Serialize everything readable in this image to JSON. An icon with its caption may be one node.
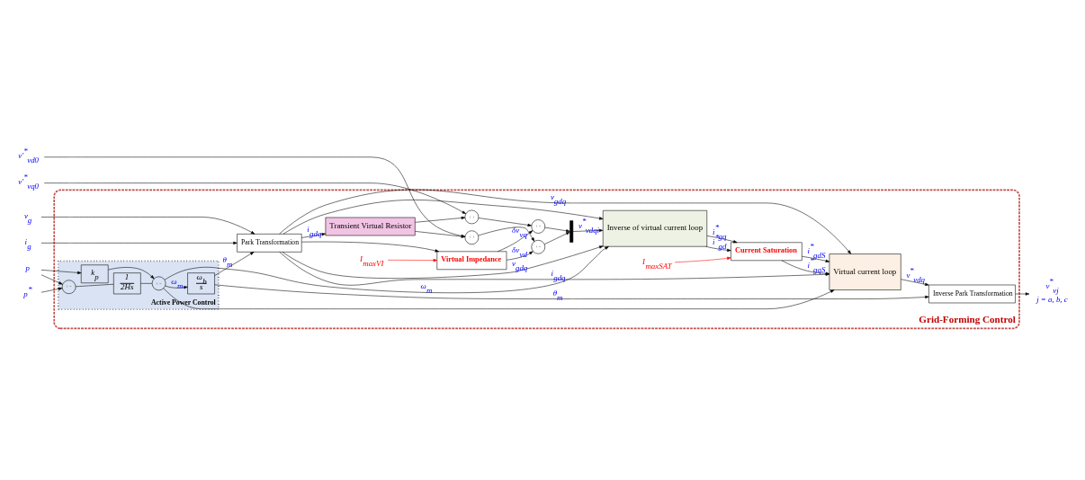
{
  "diagram": {
    "nodes": [
      {
        "text": [
          "Grid-Forming Control"
        ]
      },
      {
        "text": [
          "v$_{g}$"
        ]
      },
      {
        "text": [
          "i$_{g}$"
        ]
      },
      {
        "text": [
          "Park Transformation"
        ],
        "in": 0
      },
      {
        "text": [
          "v′$^{*}$$_{vd0}$"
        ]
      },
      {
        "text": [
          "v′$^{*}$$_{vq0}$"
        ]
      },
      {
        "text": [
          "+",
          "+"
        ],
        "in": 0
      },
      {
        "text": [
          "+",
          "+"
        ],
        "in": 0
      },
      {
        "text": [
          "Transient Virtual Resistor"
        ],
        "in": 0
      },
      {
        "text": [
          "+",
          "−"
        ],
        "in": 0
      },
      {
        "text": [
          "Virtual Impedance"
        ],
        "in": 0
      },
      {
        "text": [
          "+",
          "−"
        ],
        "in": 0
      },
      {
        "text": [],
        "shape": "bar",
        "in": 0
      },
      {
        "text": [
          "Inverse of virtual current loop"
        ],
        "in": 0
      },
      {
        "text": [
          "Current Saturation"
        ],
        "in": 0
      },
      {
        "text": [
          "Virtual current loop"
        ],
        "in": 0
      },
      {
        "text": [
          "Inverse Park Transformation"
        ],
        "in": 0
      },
      {
        "text": [
          "v$^{*}$$_{vj}$"
        ],
        "beside": [
          "j = a, b, c"
        ]
      },
      {
        "text": [
          "I$_{maxVI}$"
        ],
        "in": 0
      },
      {
        "text": [
          "I$_{maxSAT}$"
        ],
        "in": 0
      },
      {
        "text": [
          "Active Power Control"
        ],
        "in": 0
      },
      {
        "text": [
          "p$^{*}$"
        ]
      },
      {
        "text": [
          "p"
        ]
      },
      {
        "text": [
          "+",
          "−"
        ],
        "in": 20
      },
      {
        "text": [
          "1",
          "2Hs"
        ],
        "in": 20
      },
      {
        "text": [
          "k$_{p}$"
        ],
        "in": 20
      },
      {
        "text": [
          "+",
          "−"
        ],
        "in": 20
      },
      {
        "text": [
          "ω$_{b}$",
          "s"
        ],
        "in": 20
      }
    ],
    "edges": [
      {
        "from": 1,
        "to": 3,
        "arrow": "to"
      },
      {
        "from": 2,
        "to": 3,
        "arrow": "to"
      },
      {
        "from": 27,
        "to": 3,
        "arrow": "to",
        "label": "θ$_{m}$"
      },
      {
        "from": 4,
        "to": 6,
        "arrow": "to"
      },
      {
        "from": 8,
        "to": 6,
        "arrow": "to"
      },
      {
        "from": 5,
        "to": 7,
        "arrow": "to"
      },
      {
        "from": 8,
        "to": 7,
        "arrow": "to"
      },
      {
        "from": 3,
        "to": 8,
        "arrow": "to",
        "label": "i$_{gdq}$"
      },
      {
        "from": 3,
        "to": 10,
        "arrow": "to"
      },
      {
        "from": 3,
        "to": 13,
        "arrow": "to"
      },
      {
        "from": 3,
        "to": 13,
        "arrow": "to",
        "label": "v$_{gdq}$"
      },
      {
        "from": 3,
        "to": 15,
        "arrow": "to",
        "label": "v$_{gdq}$"
      },
      {
        "from": 3,
        "to": 15,
        "arrow": "to",
        "label": "i$_{gdq}$"
      },
      {
        "from": 6,
        "to": 9,
        "arrow": "to"
      },
      {
        "from": 7,
        "to": 11,
        "arrow": "to"
      },
      {
        "from": 10,
        "to": 9,
        "arrow": "to",
        "label": "δv$_{vd}$"
      },
      {
        "from": 10,
        "to": 11,
        "arrow": "to",
        "label": "δv$_{vq}$"
      },
      {
        "from": 9,
        "to": 12,
        "arrow": "to"
      },
      {
        "from": 11,
        "to": 12,
        "arrow": "to"
      },
      {
        "from": 12,
        "to": 13,
        "arrow": "to",
        "label": "v$^{*}$$_{vdqi}$"
      },
      {
        "from": 18,
        "to": 10,
        "arrow": "to",
        "color": "#ff0000"
      },
      {
        "from": 13,
        "to": 14,
        "arrow": "to",
        "label": "i$^{*}$$_{gd}$"
      },
      {
        "from": 13,
        "to": 14,
        "arrow": "to",
        "label": "i$^{*}$$_{gq}$"
      },
      {
        "from": 19,
        "to": 14,
        "arrow": "to",
        "color": "#ff0000"
      },
      {
        "from": 14,
        "to": 15,
        "arrow": "to",
        "label": "i$^{*}$$_{gdS}$"
      },
      {
        "from": 14,
        "to": 15,
        "arrow": "to",
        "label": "i$^{*}$$_{gqS}$"
      },
      {
        "from": 15,
        "to": 16,
        "arrow": "to",
        "label": "v$^{*}$$_{vdq}$"
      },
      {
        "from": 16,
        "to": 17,
        "arrow": "to"
      },
      {
        "from": 21,
        "to": 23,
        "arrow": "to"
      },
      {
        "from": 22,
        "to": 23,
        "arrow": "to"
      },
      {
        "from": 22,
        "to": 25,
        "arrow": "to"
      },
      {
        "from": 23,
        "to": 24,
        "arrow": "none"
      },
      {
        "from": 24,
        "to": 26,
        "arrow": "none"
      },
      {
        "from": 25,
        "to": 26,
        "arrow": "to"
      },
      {
        "from": 26,
        "to": 13,
        "arrow": "to",
        "label": "ω$_{m}$"
      },
      {
        "from": 26,
        "to": 27,
        "arrow": "to",
        "label": "ω$_{m}$"
      },
      {
        "from": 26,
        "to": 15,
        "arrow": "to"
      },
      {
        "from": 27,
        "to": 16,
        "arrow": "to",
        "label": "θ$_{m}$"
      }
    ]
  }
}
